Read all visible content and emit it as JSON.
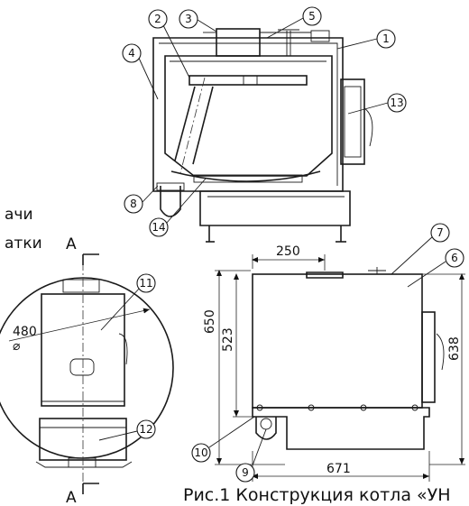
{
  "figure": {
    "caption": "Рис.1 Конструкция котла «УН",
    "side_text": [
      "ачи",
      "атки"
    ],
    "section_marks": [
      "А",
      "А"
    ]
  },
  "callouts": [
    "1",
    "2",
    "3",
    "4",
    "5",
    "6",
    "7",
    "8",
    "9",
    "10",
    "11",
    "12",
    "13",
    "14"
  ],
  "dimensions": {
    "d250": "250",
    "d650": "650",
    "d523": "523",
    "d638": "638",
    "d671": "671",
    "d480": "480",
    "diam_symbol": "⌀"
  }
}
